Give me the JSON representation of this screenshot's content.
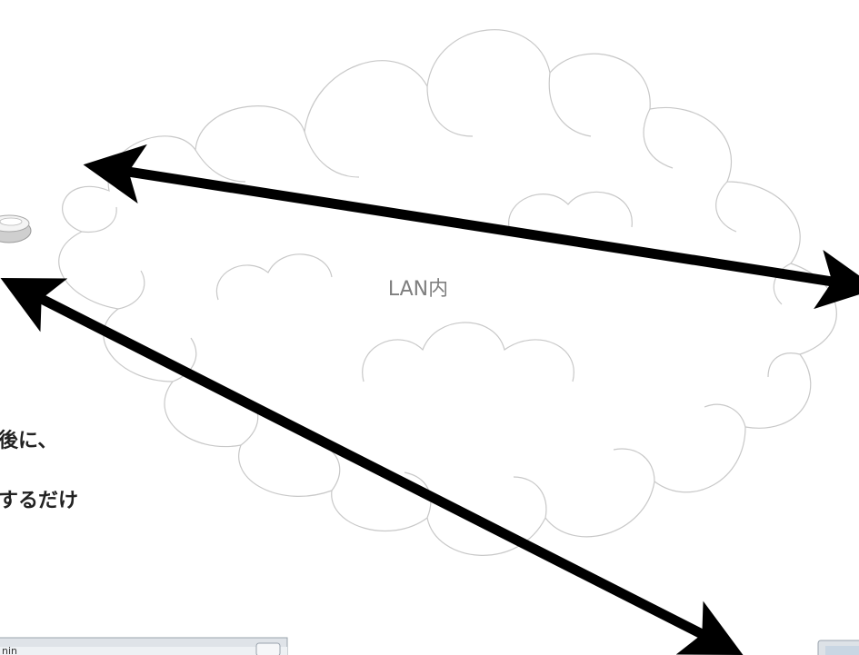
{
  "cloud": {
    "label": "LAN内"
  },
  "text_lines": [
    "後に、",
    "するだけ"
  ],
  "colors": {
    "arrow": "#000000",
    "cloud_stroke": "#c8c8c8",
    "label": "#7f7f7f",
    "text": "#222222"
  },
  "partial_window_left": {
    "title_fragment": "nin"
  },
  "icons": [
    "router-icon",
    "arrow-icon"
  ]
}
